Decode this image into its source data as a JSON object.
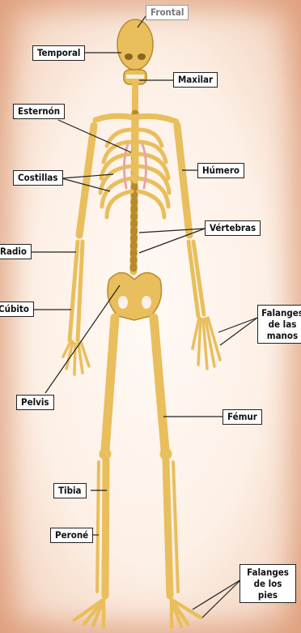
{
  "labels": {
    "frontal": "Frontal",
    "temporal": "Temporal",
    "maxilar": "Maxilar",
    "esternon": "Esternón",
    "costillas": "Costillas",
    "humero": "Húmero",
    "vertebras": "Vértebras",
    "radio": "Radio",
    "cubito": "Cúbito",
    "falanges_manos": "Falanges de las manos",
    "pelvis": "Pelvis",
    "femur": "Fémur",
    "tibia": "Tibia",
    "perone": "Peroné",
    "falanges_pies": "Falanges de los pies"
  },
  "colors": {
    "bone": "#e9be5c",
    "bone_shadow": "#b88a2c",
    "cartilage": "#e8a6a6",
    "line": "#222222"
  }
}
